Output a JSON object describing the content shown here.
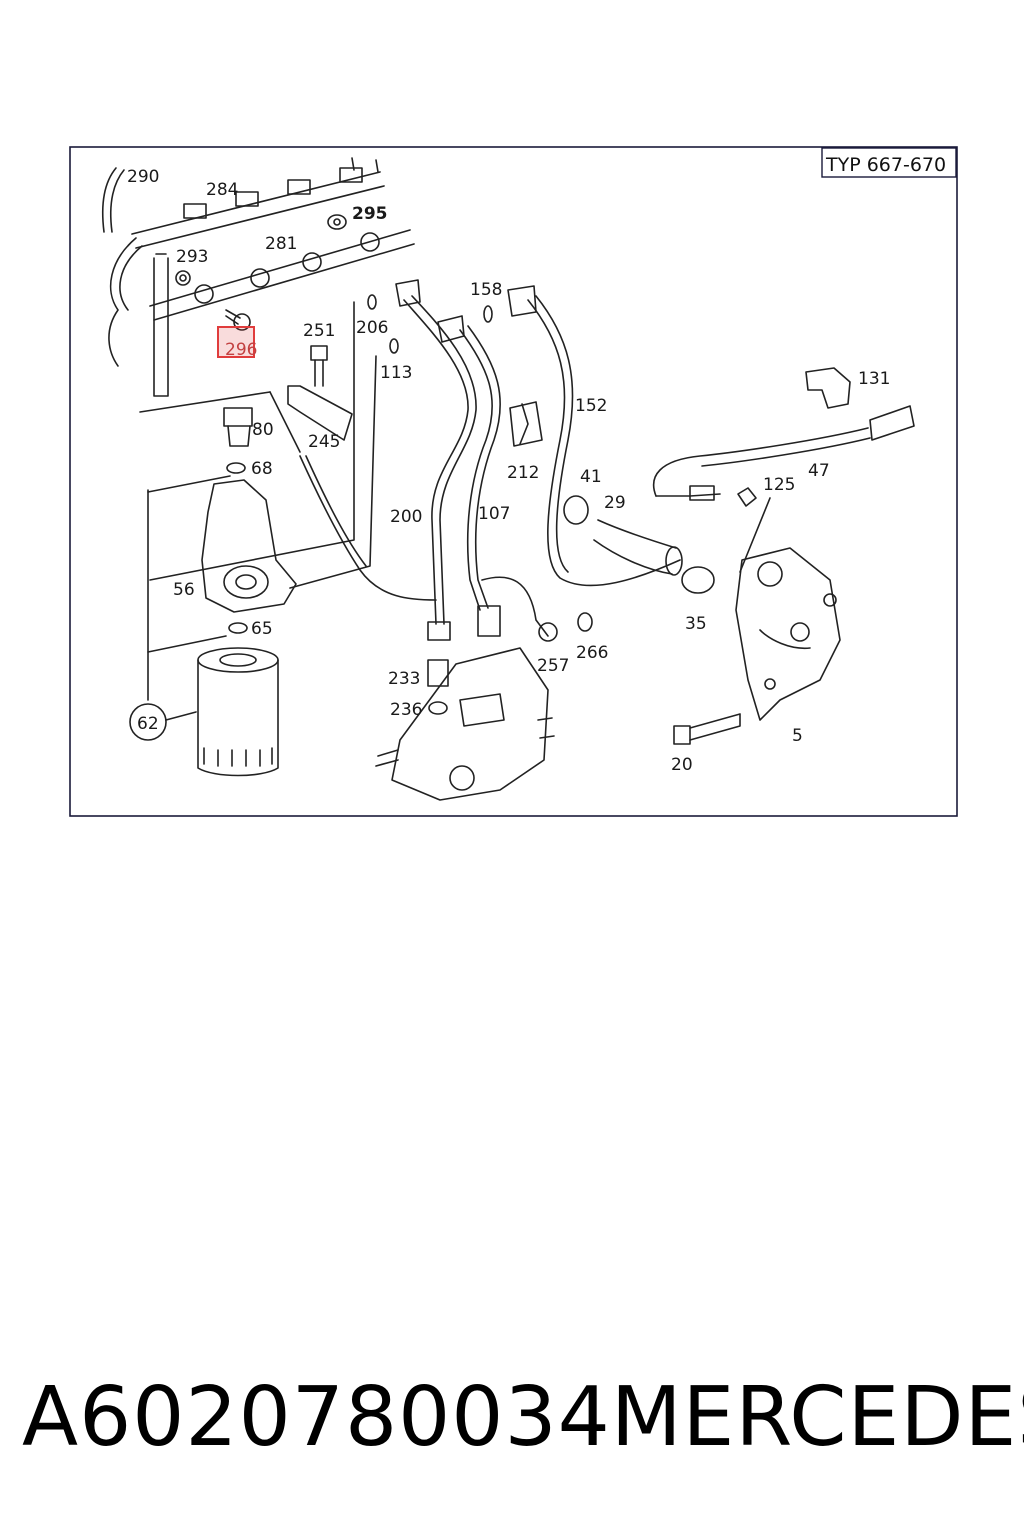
{
  "diagram": {
    "type_badge": "TYP 667-670",
    "highlighted_part": "296",
    "parts": [
      "290",
      "284",
      "295",
      "281",
      "293",
      "296",
      "251",
      "206",
      "113",
      "158",
      "152",
      "131",
      "80",
      "68",
      "245",
      "212",
      "41",
      "29",
      "125",
      "47",
      "200",
      "107",
      "56",
      "65",
      "62",
      "233",
      "236",
      "257",
      "266",
      "35",
      "5",
      "20"
    ]
  },
  "caption": {
    "part_number": "A6020780034",
    "brand": "MERCEDES"
  },
  "colors": {
    "frame": "#1a1a3a",
    "drawing": "#222222",
    "highlight": "#e03c3c"
  }
}
